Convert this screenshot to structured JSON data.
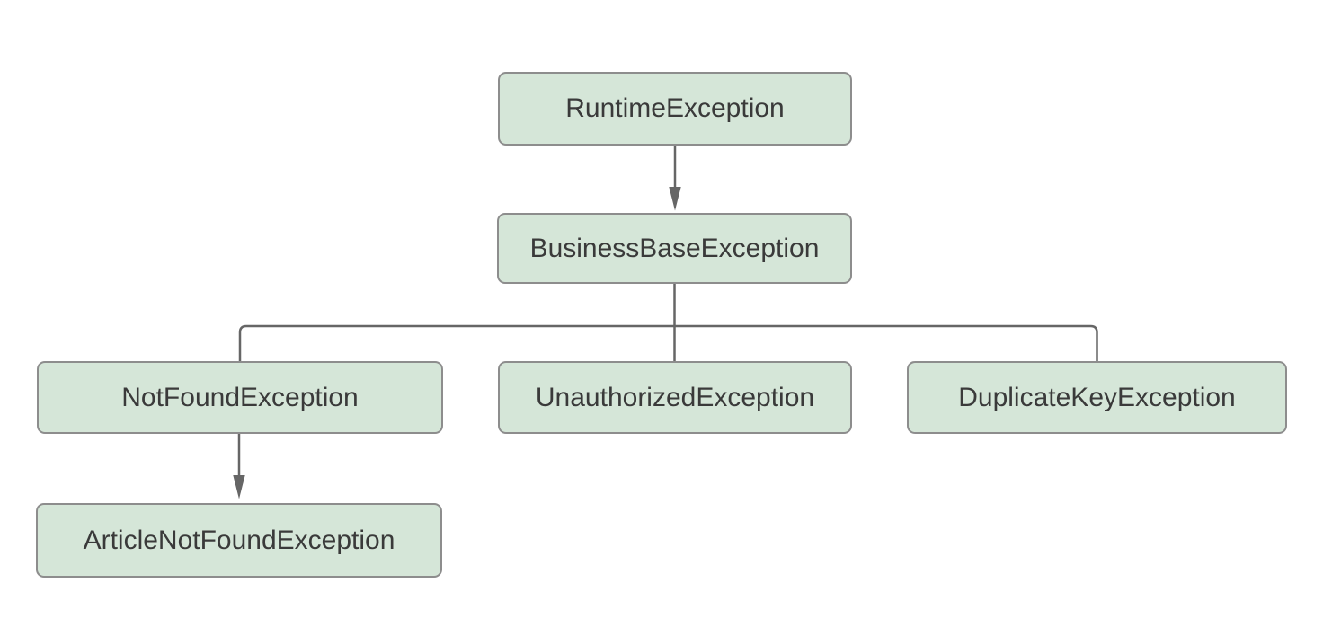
{
  "diagram": {
    "type": "flowchart-hierarchy",
    "colors": {
      "node_fill": "#d5e6d8",
      "node_border": "#8d8d8d",
      "edge": "#666666",
      "text": "#3a3a3a",
      "background": "#ffffff"
    },
    "nodes": [
      {
        "label": "RuntimeException"
      },
      {
        "label": "BusinessBaseException"
      },
      {
        "label": "NotFoundException"
      },
      {
        "label": "UnauthorizedException"
      },
      {
        "label": "DuplicateKeyException"
      },
      {
        "label": "ArticleNotFoundException"
      }
    ],
    "edges": [
      {
        "from": "RuntimeException",
        "to": "BusinessBaseException",
        "arrowhead": true
      },
      {
        "from": "BusinessBaseException",
        "to": "NotFoundException",
        "arrowhead": false
      },
      {
        "from": "BusinessBaseException",
        "to": "UnauthorizedException",
        "arrowhead": false
      },
      {
        "from": "BusinessBaseException",
        "to": "DuplicateKeyException",
        "arrowhead": false
      },
      {
        "from": "NotFoundException",
        "to": "ArticleNotFoundException",
        "arrowhead": true
      }
    ]
  }
}
